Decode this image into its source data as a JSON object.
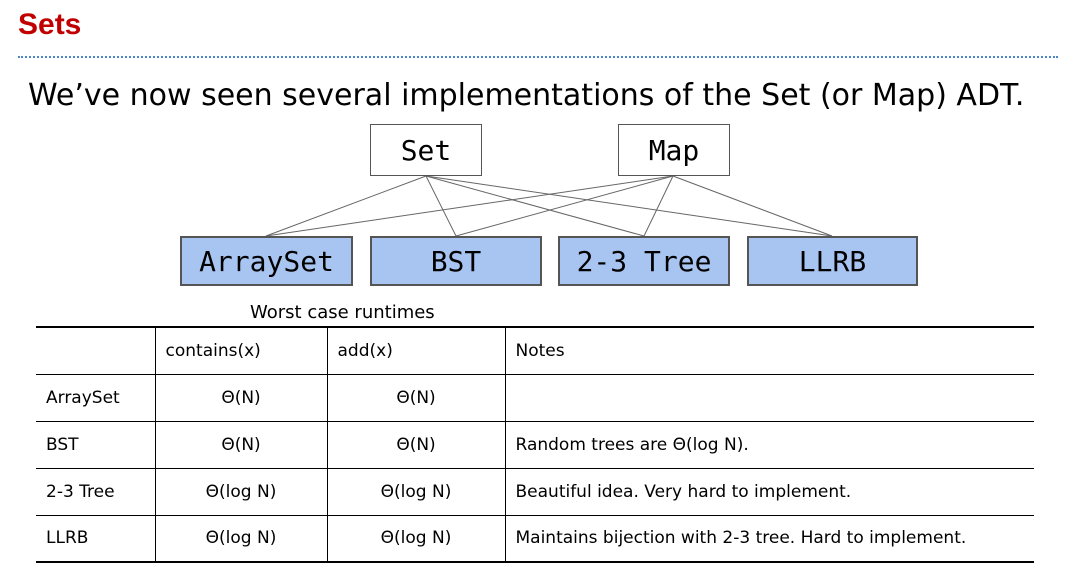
{
  "slide": {
    "title": "Sets",
    "subtitle": "We’ve now seen several implementations of the Set (or Map) ADT."
  },
  "diagram": {
    "top_nodes": [
      "Set",
      "Map"
    ],
    "impl_nodes": [
      "ArraySet",
      "BST",
      "2-3 Tree",
      "LLRB"
    ],
    "edges": [
      [
        "Set",
        "ArraySet"
      ],
      [
        "Set",
        "BST"
      ],
      [
        "Set",
        "2-3 Tree"
      ],
      [
        "Set",
        "LLRB"
      ],
      [
        "Map",
        "ArraySet"
      ],
      [
        "Map",
        "BST"
      ],
      [
        "Map",
        "2-3 Tree"
      ],
      [
        "Map",
        "LLRB"
      ]
    ]
  },
  "table": {
    "caption": "Worst case runtimes",
    "headers": [
      "",
      "contains(x)",
      "add(x)",
      "Notes"
    ],
    "rows": [
      [
        "ArraySet",
        "Θ(N)",
        "Θ(N)",
        ""
      ],
      [
        "BST",
        "Θ(N)",
        "Θ(N)",
        "Random trees are Θ(log N)."
      ],
      [
        "2-3 Tree",
        "Θ(log N)",
        "Θ(log N)",
        "Beautiful idea. Very hard to implement."
      ],
      [
        "LLRB",
        "Θ(log N)",
        "Θ(log N)",
        "Maintains bijection with 2-3 tree. Hard to implement."
      ]
    ]
  }
}
